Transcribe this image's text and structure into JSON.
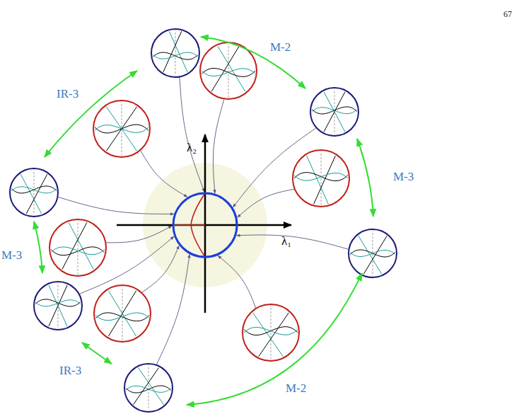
{
  "diagram": {
    "labels": [
      "67",
      "M-2",
      "IR-3",
      "M-3",
      "M-3",
      "IR-3",
      "M-2",
      "λ₂",
      "λ₁"
    ]
  }
}
